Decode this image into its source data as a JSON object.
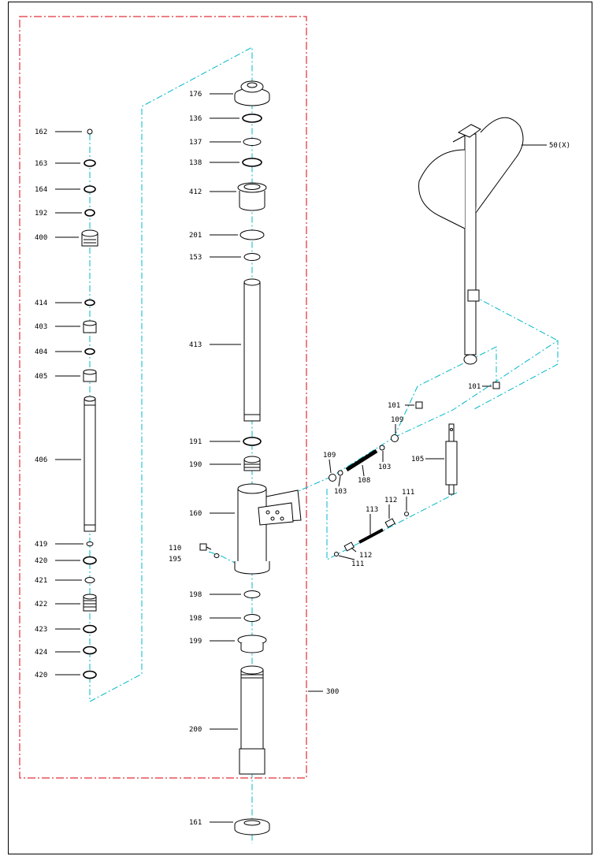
{
  "labels": {
    "p162": "162",
    "p163": "163",
    "p164": "164",
    "p192": "192",
    "p400": "400",
    "p414": "414",
    "p403": "403",
    "p404": "404",
    "p405": "405",
    "p406": "406",
    "p419": "419",
    "p420a": "420",
    "p421": "421",
    "p422": "422",
    "p423": "423",
    "p424": "424",
    "p420b": "420",
    "p176": "176",
    "p136": "136",
    "p137": "137",
    "p138": "138",
    "p412": "412",
    "p201": "201",
    "p153": "153",
    "p413": "413",
    "p191": "191",
    "p190": "190",
    "p160": "160",
    "p110": "110",
    "p195": "195",
    "p198a": "198",
    "p198b": "198",
    "p199": "199",
    "p200": "200",
    "p161": "161",
    "p300": "300",
    "p50": "50(X)",
    "p101a": "101",
    "p101b": "101",
    "p109a": "109",
    "p109b": "109",
    "p103a": "103",
    "p103b": "103",
    "p108": "108",
    "p105": "105",
    "p111a": "111",
    "p111b": "111",
    "p112a": "112",
    "p112b": "112",
    "p113": "113"
  },
  "colors": {
    "leader_cyan": "#00b8c8",
    "boundary_red": "#e0303a",
    "outline": "#000000"
  }
}
